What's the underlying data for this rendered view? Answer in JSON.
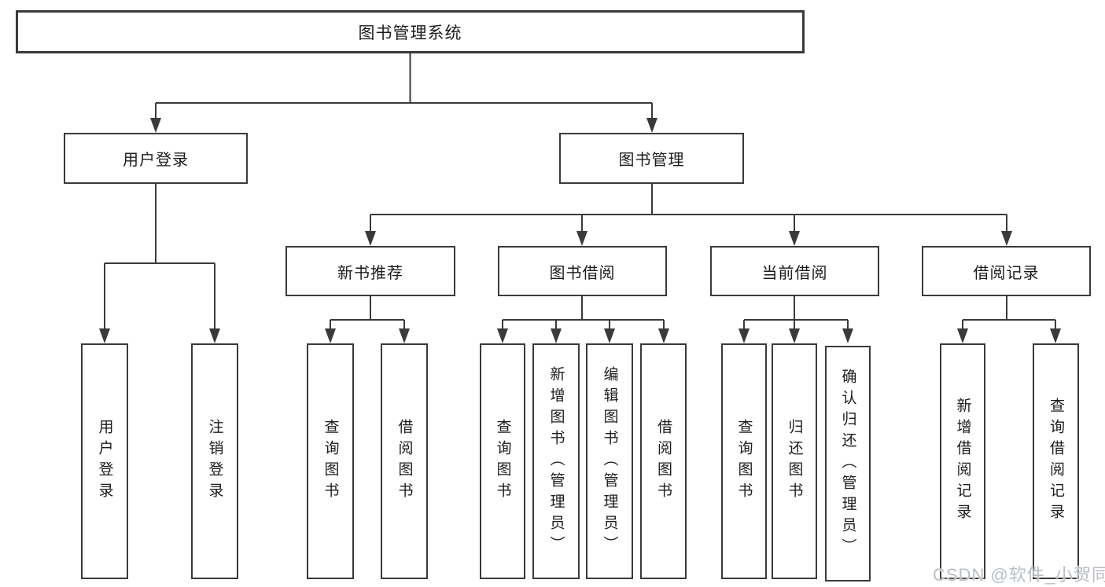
{
  "tree": {
    "label": "图书管理系统",
    "children": [
      {
        "label": "用户登录",
        "children": [
          {
            "label": "用户登录"
          },
          {
            "label": "注销登录"
          }
        ]
      },
      {
        "label": "图书管理",
        "children": [
          {
            "label": "新书推荐",
            "children": [
              {
                "label": "查询图书"
              },
              {
                "label": "借阅图书"
              }
            ]
          },
          {
            "label": "图书借阅",
            "children": [
              {
                "label": "查询图书"
              },
              {
                "label": "新增图书（管理员）"
              },
              {
                "label": "编辑图书（管理员）"
              },
              {
                "label": "借阅图书"
              }
            ]
          },
          {
            "label": "当前借阅",
            "children": [
              {
                "label": "查询图书"
              },
              {
                "label": "归还图书"
              },
              {
                "label": "确认归还（管理员）"
              }
            ]
          },
          {
            "label": "借阅记录",
            "children": [
              {
                "label": "新增借阅记录"
              },
              {
                "label": "查询借阅记录"
              }
            ]
          }
        ]
      }
    ]
  },
  "colors": {
    "line": "#3a3a3a",
    "text": "#1c1c1c",
    "watermark": "#b9bec4"
  },
  "watermark": "CSDN @软件_小贺同学"
}
